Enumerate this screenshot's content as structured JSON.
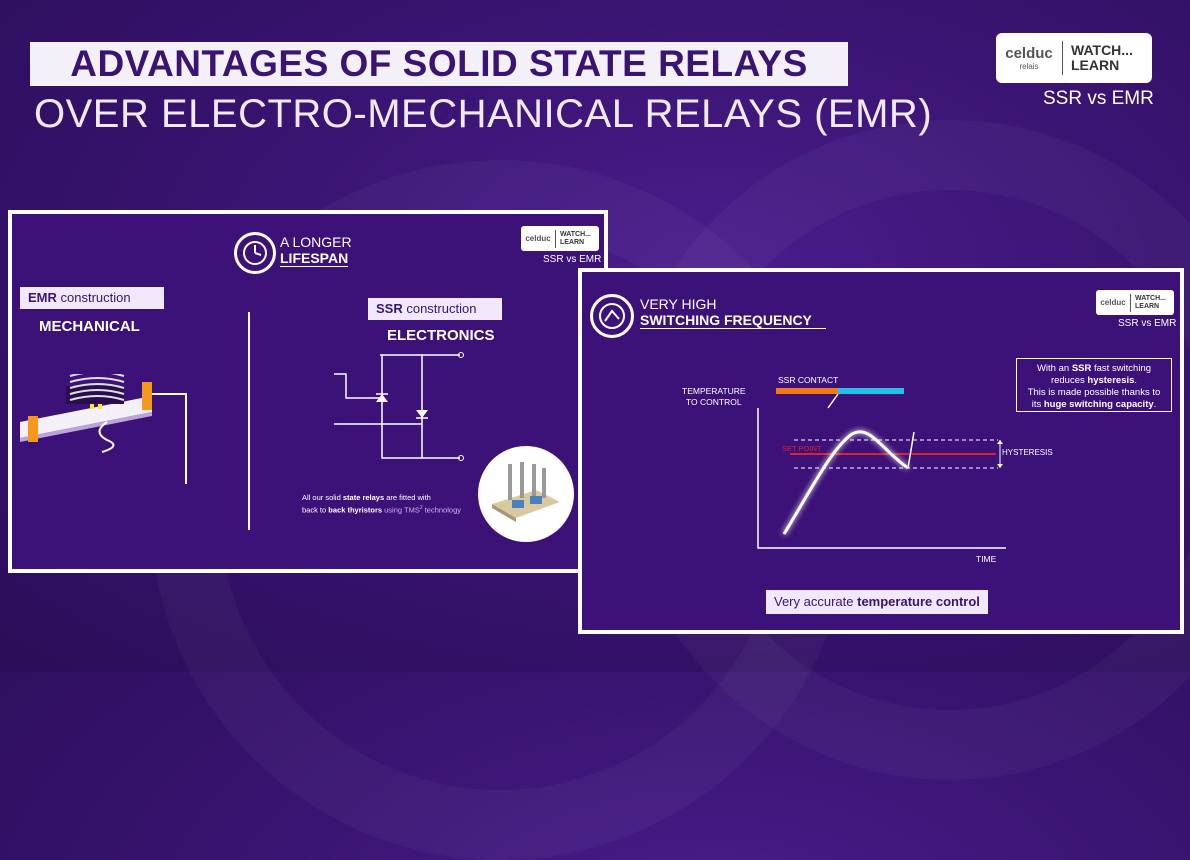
{
  "header": {
    "title_line1": "ADVANTAGES OF SOLID STATE RELAYS (SSR)",
    "title_line2": "OVER ELECTRO-MECHANICAL RELAYS (EMR)"
  },
  "logo": {
    "brand": "celduc",
    "brand_sub": "relais",
    "watch": "WATCH...",
    "learn": "LEARN",
    "subtitle": "SSR vs EMR"
  },
  "panel_left": {
    "heading_line1": "A LONGER",
    "heading_line2": "LIFESPAN",
    "emr_label_bold": "EMR",
    "emr_label_rest": " construction",
    "emr_title": "MECHANICAL",
    "ssr_label_bold": "SSR",
    "ssr_label_rest": " construction",
    "ssr_title": "ELECTRONICS",
    "note_line1_a": "All our solid ",
    "note_line1_b": "state relays",
    "note_line1_c": " are fitted with",
    "note_line2_a": "back to ",
    "note_line2_b": "back thyristors",
    "note_line2_c": "  using TMS",
    "note_sup": "2",
    "note_line2_d": " technology"
  },
  "panel_right": {
    "heading_line1": "VERY HIGH",
    "heading_line2": "SWITCHING FREQUENCY",
    "info_l1_a": "With an ",
    "info_l1_b": "SSR",
    "info_l1_c": " fast switching",
    "info_l2_a": "reduces ",
    "info_l2_b": "hysteresis",
    "info_l2_c": ".",
    "info_l3": "This is made possible thanks to",
    "info_l4_a": "its ",
    "info_l4_b": "huge switching capacity",
    "info_l4_c": ".",
    "ylabel_1": "TEMPERATURE",
    "ylabel_2": "TO CONTROL",
    "ssr_contact": "SSR CONTACT",
    "set_point": "SET POINT",
    "hysteresis": "HYSTERESIS",
    "xlabel": "TIME",
    "bottom_a": "Very accurate ",
    "bottom_b": "temperature control"
  },
  "colors": {
    "bg": "#3a1472",
    "panel": "#3d1278",
    "label": "#f1e9fb",
    "orange": "#f07a1a",
    "cyan": "#27c0e8",
    "setpoint": "#e0202a"
  }
}
